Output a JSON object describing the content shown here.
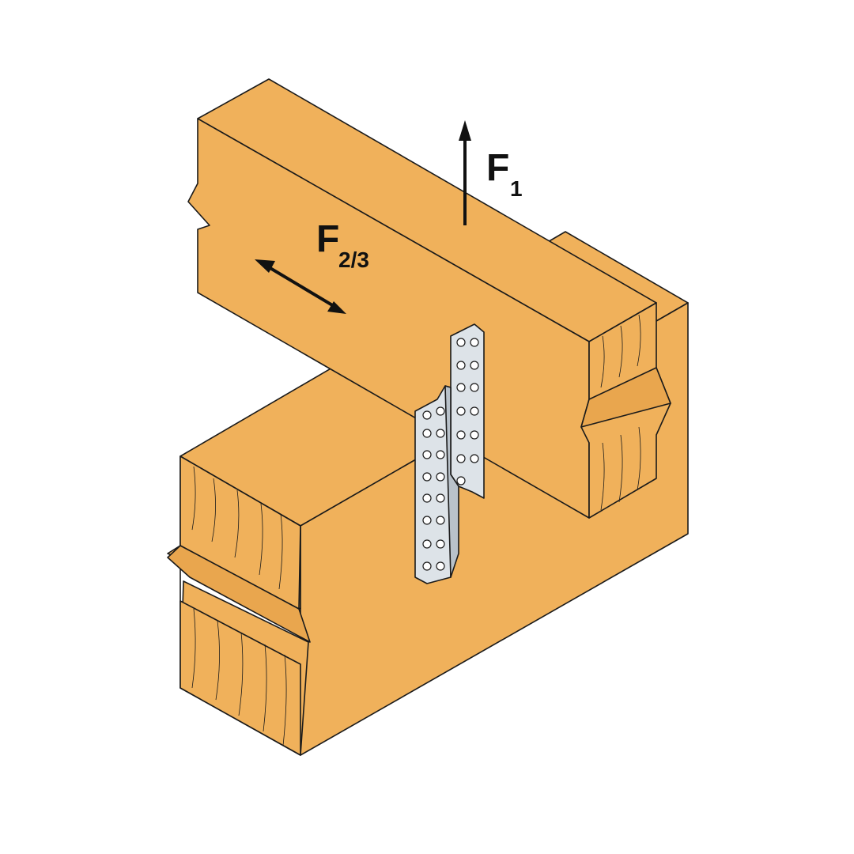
{
  "labels": {
    "force1_main": "F",
    "force1_sub": "1",
    "force23_main": "F",
    "force23_sub": "2/3"
  },
  "colors": {
    "wood": "#F0B15B",
    "wood_dark": "#E9A64E",
    "outline": "#1a1a1a",
    "steel": "#DDE3E8",
    "steel_shadow": "#B9C2CA"
  }
}
